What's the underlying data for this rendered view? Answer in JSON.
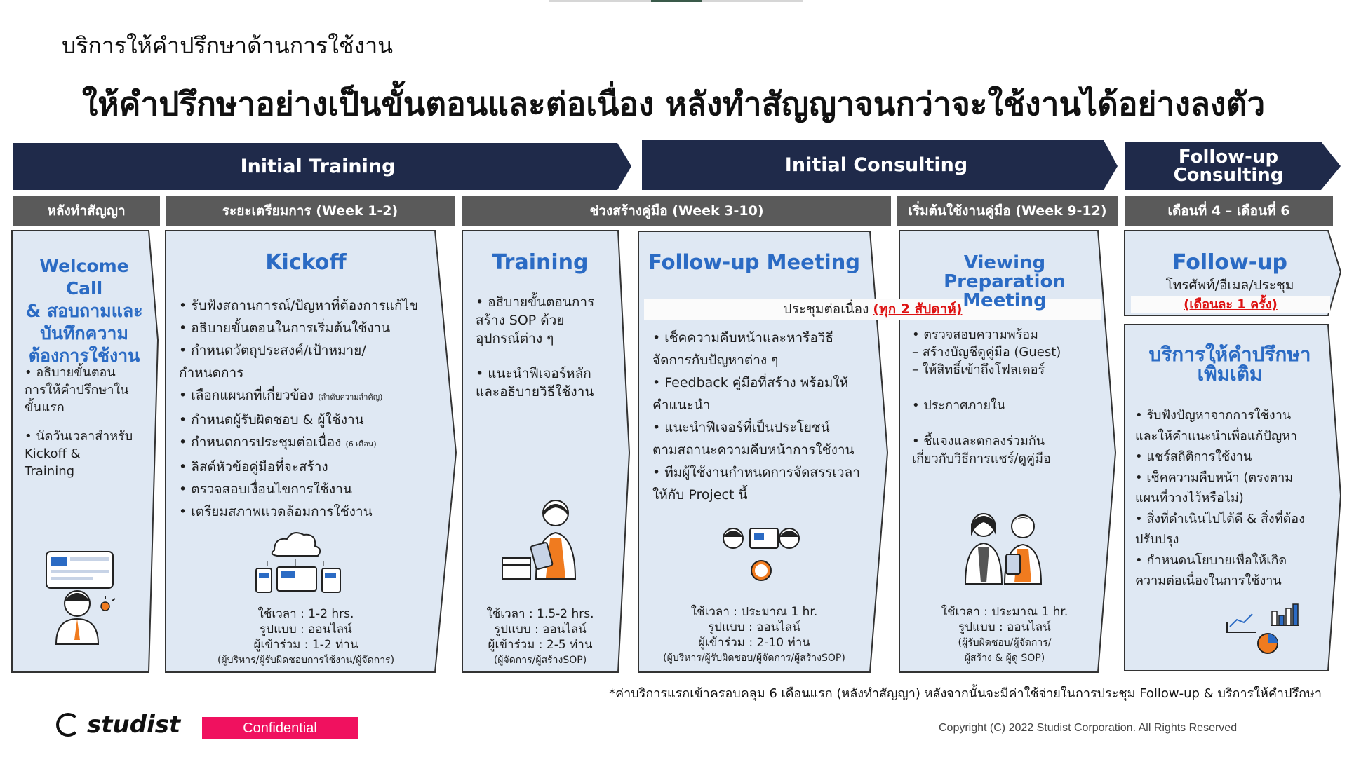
{
  "header": {
    "section_title": "บริการให้คำปรึกษาด้านการใช้งาน",
    "main_title": "ให้คำปรึกษาอย่างเป็นขั้นตอนและต่อเนื่อง หลังทำสัญญาจนกว่าจะใช้งานได้อย่างลงตัว"
  },
  "phases": {
    "initial_training": "Initial Training",
    "initial_consulting": "Initial Consulting",
    "followup_line1": "Follow-up",
    "followup_line2": "Consulting"
  },
  "stages": {
    "after_contract": "หลังทำสัญญา",
    "preparation": "ระยะเตรียมการ (Week 1-2)",
    "manual_creation": "ช่วงสร้างคู่มือ (Week 3-10)",
    "start_using": "เริ่มต้นใช้งานคู่มือ (Week 9-12)",
    "months": "เดือนที่ 4 – เดือนที่ 6"
  },
  "cards": {
    "welcome": {
      "title_lines": [
        "Welcome Call",
        "& สอบถามและ",
        "บันทึกความ",
        "ต้องการใช้งาน"
      ],
      "bullets": [
        "• อธิบายขั้นตอน",
        "การให้คำปรึกษาใน",
        "ขั้นแรก",
        "• นัดวันเวลาสำหรับ",
        "Kickoff &",
        "Training"
      ]
    },
    "kickoff": {
      "title": "Kickoff",
      "bullets": [
        "• รับฟังสถานการณ์/ปัญหาที่ต้องการแก้ไข",
        "• อธิบายขั้นตอนในการเริ่มต้นใช้งาน",
        "• กำหนดวัตถุประสงค์/เป้าหมาย/",
        "กำหนดการ",
        "• เลือกแผนกที่เกี่ยวข้อง",
        "• กำหนดผู้รับผิดชอบ & ผู้ใช้งาน",
        "• กำหนดการประชุมต่อเนื่อง",
        "• ลิสต์หัวข้อคู่มือที่จะสร้าง",
        "• ตรวจสอบเงื่อนไขการใช้งาน",
        "• เตรียมสภาพแวดล้อมการใช้งาน"
      ],
      "note_priority": "(ลำดับความสำคัญ)",
      "note_6months": "(6 เดือน)",
      "meta": [
        "ใช้เวลา : 1-2 hrs.",
        "รูปแบบ : ออนไลน์",
        "ผู้เข้าร่วม : 1-2 ท่าน",
        "(ผู้บริหาร/ผู้รับผิดชอบการใช้งาน/ผู้จัดการ)"
      ]
    },
    "training": {
      "title": "Training",
      "bullets": [
        "• อธิบายขั้นตอนการ",
        "สร้าง SOP ด้วย",
        "อุปกรณ์ต่าง ๆ",
        "• แนะนำฟีเจอร์หลัก",
        "และอธิบายวิธีใช้งาน"
      ],
      "meta": [
        "ใช้เวลา : 1.5-2 hrs.",
        "รูปแบบ : ออนไลน์",
        "ผู้เข้าร่วม : 2-5 ท่าน",
        "(ผู้จัดการ/ผู้สร้างSOP)"
      ]
    },
    "followup_meeting": {
      "title": "Follow-up Meeting",
      "pill_text": "ประชุมต่อเนื่อง",
      "pill_red": "(ทุก 2 สัปดาห์)",
      "bullets": [
        "• เช็คความคืบหน้าและหารือวิธี",
        "จัดการกับปัญหาต่าง ๆ",
        "• Feedback คู่มือที่สร้าง พร้อมให้",
        "คำแนะนำ",
        "• แนะนำฟีเจอร์ที่เป็นประโยชน์",
        "ตามสถานะความคืบหน้าการใช้งาน",
        "• ทีมผู้ใช้งานกำหนดการจัดสรรเวลา",
        "ให้กับ Project นี้"
      ],
      "meta": [
        "ใช้เวลา : ประมาณ 1 hr.",
        "รูปแบบ : ออนไลน์",
        "ผู้เข้าร่วม : 2-10 ท่าน",
        "(ผู้บริหาร/ผู้รับผิดชอบ/ผู้จัดการ/ผู้สร้างSOP)"
      ]
    },
    "viewing": {
      "title_lines": [
        "Viewing",
        "Preparation Meeting"
      ],
      "bullets": [
        "• ตรวจสอบความพร้อม",
        "– สร้างบัญชีดูคู่มือ (Guest)",
        "– ให้สิทธิ์เข้าถึงโฟลเดอร์",
        "• ประกาศภายใน",
        "• ชี้แจงและตกลงร่วมกัน",
        "เกี่ยวกับวิธีการแชร์/ดูคู่มือ"
      ],
      "meta": [
        "ใช้เวลา : ประมาณ 1 hr.",
        "รูปแบบ : ออนไลน์",
        "(ผู้รับผิดชอบ/ผู้จัดการ/",
        "ผู้สร้าง & ผู้ดู SOP)"
      ]
    },
    "followup": {
      "title": "Follow-up",
      "subtitle": "โทรศัพท์/อีเมล/ประชุม",
      "red": "(เดือนละ 1 ครั้ง)"
    },
    "additional": {
      "title_lines": [
        "บริการให้คำปรึกษา",
        "เพิ่มเติม"
      ],
      "bullets": [
        "• รับฟังปัญหาจากการใช้งาน",
        "และให้คำแนะนำเพื่อแก้ปัญหา",
        "• แชร์สถิติการใช้งาน",
        "• เช็คความคืบหน้า (ตรงตาม",
        "แผนที่วางไว้หรือไม่)",
        "• สิ่งที่ดำเนินไปได้ดี & สิ่งที่ต้อง",
        "ปรับปรุง",
        "• กำหนดนโยบายเพื่อให้เกิด",
        "ความต่อเนื่องในการใช้งาน"
      ]
    }
  },
  "footer": {
    "note": "*ค่าบริการแรกเข้าครอบคลุม 6 เดือนแรก (หลังทำสัญญา) หลังจากนั้นจะมีค่าใช้จ่ายในการประชุม Follow-up & บริการให้คำปรึกษา",
    "logo": "studist",
    "confidential": "Confidential",
    "copyright": "Copyright (C) 2022 Studist Corporation. All Rights Reserved"
  },
  "colors": {
    "navy": "#1f2a4a",
    "stage_gray": "#5a5a5a",
    "card_bg": "#dfe8f3",
    "title_blue": "#2b6bc4",
    "accent_red": "#dd1111",
    "confidential_pink": "#f0115f"
  }
}
